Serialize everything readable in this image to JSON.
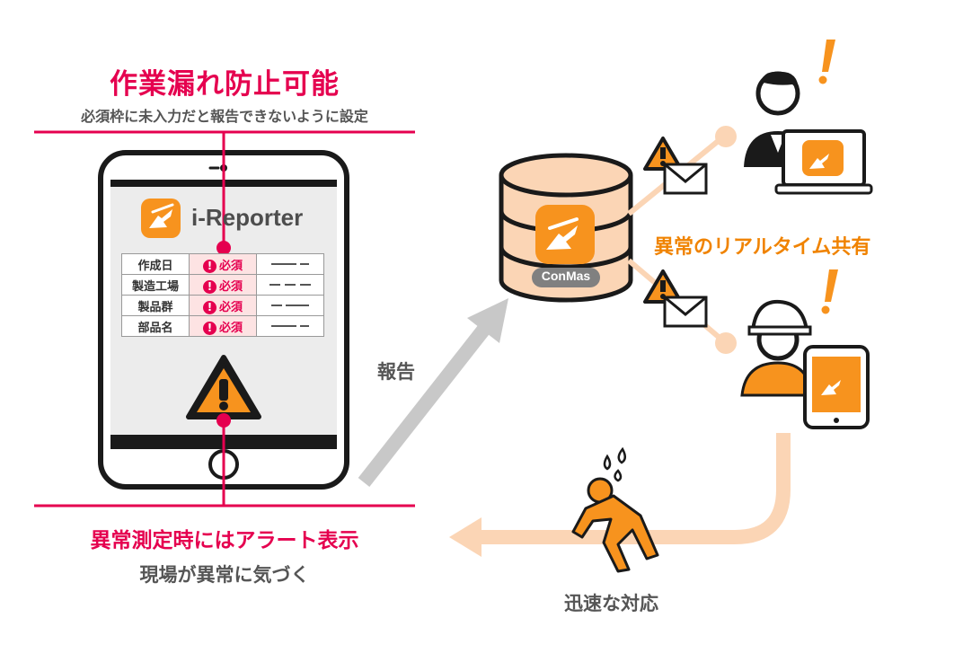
{
  "top_heading": {
    "title": "作業漏れ防止可能",
    "subtitle": "必須枠に未入力だと報告できないように設定"
  },
  "tablet": {
    "app_name": "i-Reporter",
    "form_rows": [
      {
        "label": "作成日",
        "required": "必須"
      },
      {
        "label": "製造工場",
        "required": "必須"
      },
      {
        "label": "製品群",
        "required": "必須"
      },
      {
        "label": "部品名",
        "required": "必須"
      }
    ]
  },
  "alert_caption": {
    "title": "異常測定時にはアラート表示",
    "subtitle": "現場が異常に気づく"
  },
  "report_label": "報告",
  "server": {
    "badge": "ConMas"
  },
  "share_label": "異常のリアルタイム共有",
  "response_label": "迅速な対応",
  "colors": {
    "accent_red": "#e5004f",
    "orange": "#f7931e",
    "light_orange": "#fbd5b5",
    "arrow_gray": "#c8c8c8",
    "text_gray": "#555555"
  },
  "icons": [
    "app-logo-icon",
    "warning-icon",
    "mail-icon",
    "alert-exclamation-icon",
    "running-worker-icon",
    "database-icon"
  ]
}
